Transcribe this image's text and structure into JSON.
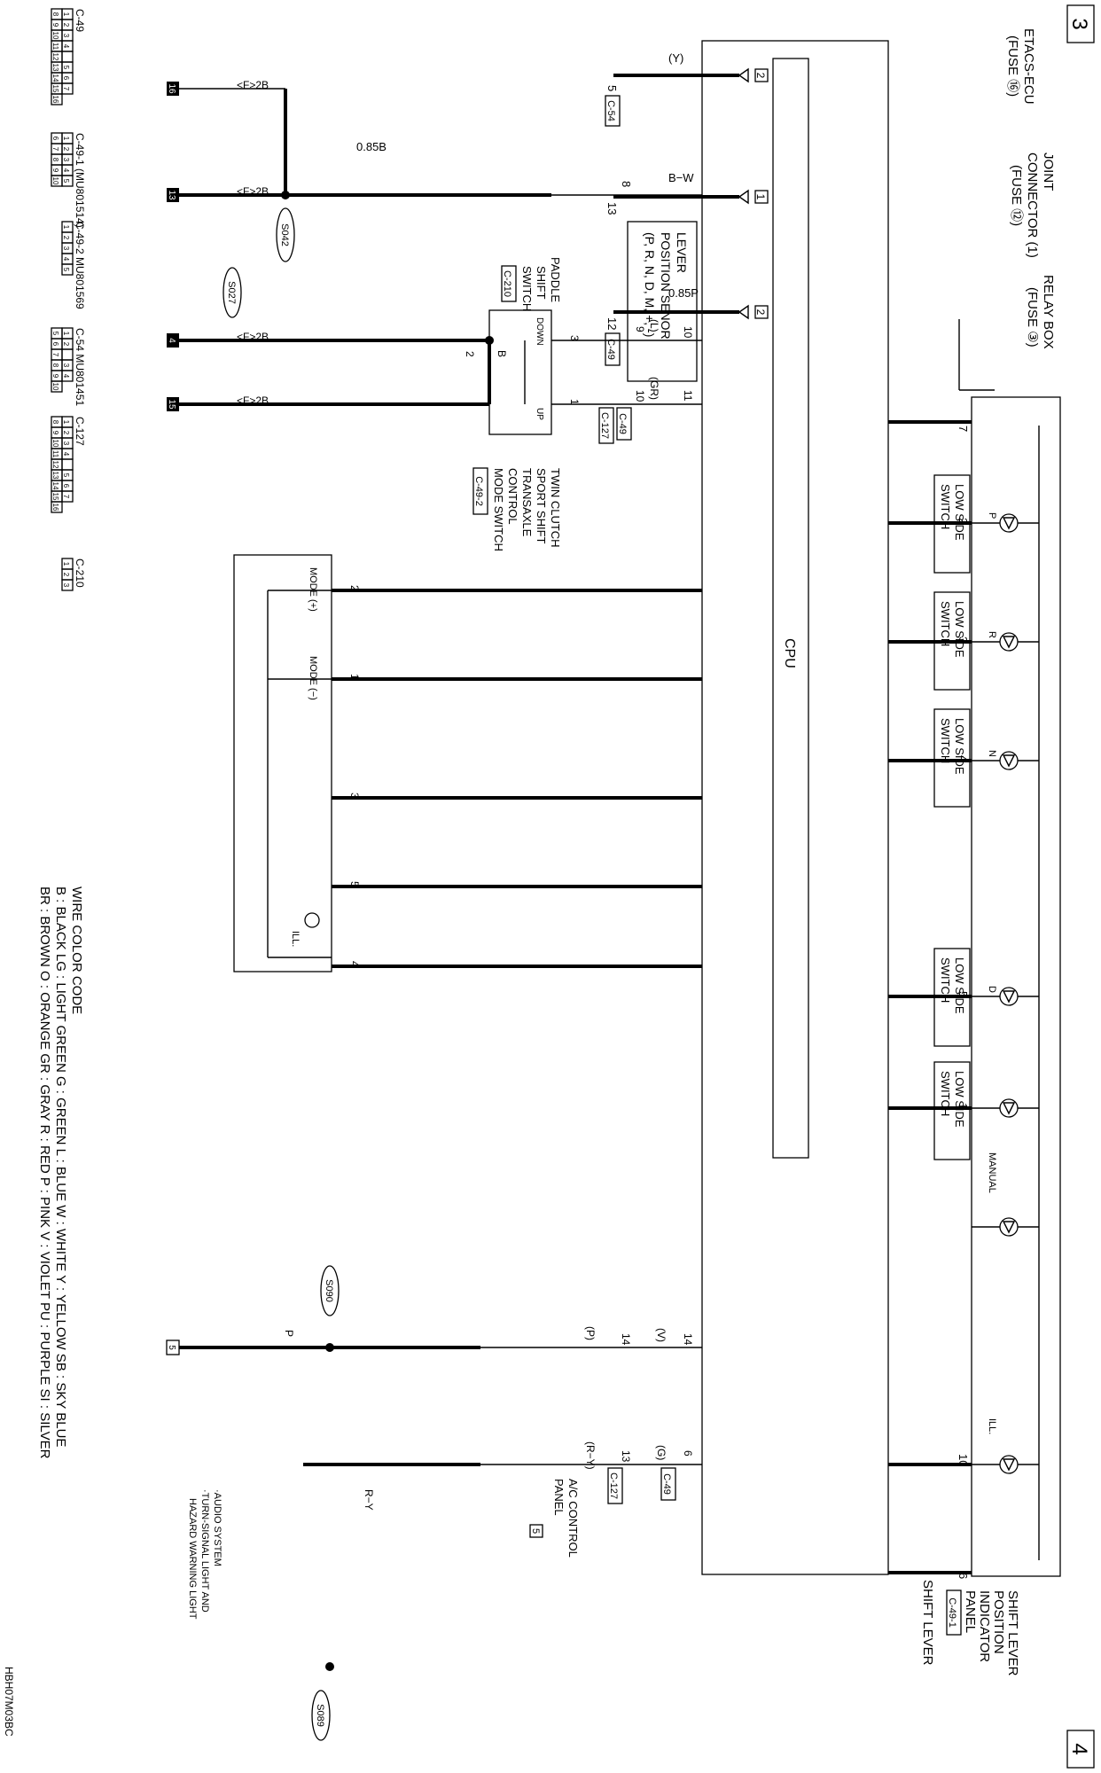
{
  "page_badges": {
    "top": "3",
    "bottom": "4"
  },
  "components": {
    "etacs_ecu": {
      "line1": "ETACS-ECU",
      "line2": "(FUSE ⑯)",
      "pin": "2"
    },
    "joint_connector": {
      "line1": "JOINT",
      "line2": "CONNECTOR (1)",
      "line3": "(FUSE ⑫)",
      "pin": "1"
    },
    "relay_box": {
      "line1": "RELAY BOX",
      "line2": "(FUSE ③)",
      "pin": "2"
    },
    "shift_lever_indicator": {
      "line1": "SHIFT LEVER",
      "line2": "POSITION",
      "line3": "INDICATOR",
      "line4": "PANEL",
      "connector": "C-49-1"
    },
    "shift_lever": {
      "label": "SHIFT LEVER"
    },
    "lever_position_sensor": {
      "line1": "LEVER",
      "line2": "POSITION SENOR",
      "line3": "(P, R, N, D, M, +, -)"
    },
    "cpu": {
      "label": "CPU"
    },
    "low_side_switch": {
      "line1": "LOW SIDE",
      "line2": "SWITCH"
    },
    "paddle_shift_switch": {
      "line1": "PADDLE",
      "line2": "SHIFT",
      "line3": "SWITCH",
      "connector": "C-210",
      "down": "DOWN",
      "up": "UP"
    },
    "twin_clutch_switch": {
      "line1": "TWIN CLUTCH",
      "line2": "SPORT SHIFT",
      "line3": "TRANSAXLE",
      "line4": "CONTROL",
      "line5": "MODE SWITCH",
      "connector": "C-49-2",
      "mode_plus": "MODE (+)",
      "mode_minus": "MODE (−)",
      "ill": "ILL."
    },
    "ac_control_panel": {
      "line1": "A/C CONTROL",
      "line2": "PANEL",
      "pin": "5"
    },
    "audio_note": {
      "line1": "·AUDIO SYSTEM",
      "line2": "·TURN-SIGNAL LIGHT AND",
      "line3": "HAZARD WARNING LIGHT"
    },
    "ground_pin_p": "5"
  },
  "wires": {
    "y": "(Y)",
    "bw": "B−W",
    "p085": "0.85P",
    "b085": "0.85B",
    "l": "(L)",
    "gr": "(GR)",
    "b": "B",
    "v": "(V)",
    "p_paren": "(P)",
    "g": "(G)",
    "ry_paren": "(R−Y)",
    "p": "P",
    "ry": "R−Y",
    "f2b": "<F>2B"
  },
  "pins": {
    "p5": "5",
    "p13": "13",
    "p12": "12",
    "p7": "7",
    "p2": "2",
    "p3": "3",
    "p4": "4",
    "p5b": "5",
    "p1": "1",
    "p10": "10",
    "p6": "6",
    "p8": "8",
    "p10b": "10",
    "p9": "9",
    "p3b": "3",
    "p11": "11",
    "p1b": "1",
    "p10c": "10",
    "m2": "2",
    "m1": "1",
    "m3": "3",
    "m5": "5",
    "m4": "4",
    "p14a": "14",
    "p14b": "14",
    "p6b": "6",
    "p13b": "13",
    "p2b": "2"
  },
  "connectors": {
    "c54": "C-54",
    "c49": "C-49",
    "c127": "C-127",
    "c49_1": "C-49-1",
    "c49_2": "C-49-2",
    "c210": "C-210"
  },
  "splices": {
    "s042": "S042",
    "s027": "S027",
    "s090": "S090",
    "s089": "S089"
  },
  "grounds": {
    "g16": "16",
    "g13": "13",
    "g4": "4",
    "g15": "15"
  },
  "leds": {
    "p": "P",
    "r": "R",
    "n": "N",
    "d": "D",
    "manual": "MANUAL",
    "ill": "ILL."
  },
  "connector_views": [
    {
      "name": "C-49",
      "part": "",
      "row1": [
        "1",
        "2",
        "3",
        "4",
        "",
        "5",
        "6",
        "7"
      ],
      "row2": [
        "8",
        "9",
        "10",
        "11",
        "12",
        "13",
        "14",
        "15",
        "16"
      ]
    },
    {
      "name": "C-49-1",
      "part": "(MU801514)",
      "row1": [
        "1",
        "2",
        "3",
        "4",
        "5"
      ],
      "row2": [
        "6",
        "7",
        "8",
        "9",
        "10"
      ]
    },
    {
      "name": "C-49-2",
      "part": "MU801569",
      "row1": [
        "1",
        "2",
        "3",
        "4",
        "5"
      ],
      "row2": []
    },
    {
      "name": "C-54",
      "part": "MU801451",
      "row1": [
        "1",
        "2",
        "",
        "3",
        "4"
      ],
      "row2": [
        "5",
        "6",
        "7",
        "8",
        "9",
        "10"
      ]
    },
    {
      "name": "C-127",
      "part": "",
      "row1": [
        "1",
        "2",
        "3",
        "4",
        "",
        "5",
        "6",
        "7"
      ],
      "row2": [
        "8",
        "9",
        "10",
        "11",
        "12",
        "13",
        "14",
        "15",
        "16"
      ]
    },
    {
      "name": "C-210",
      "part": "",
      "row1": [
        "1",
        "2",
        "3"
      ],
      "row2": []
    }
  ],
  "color_code": {
    "title": "WIRE COLOR CODE",
    "line1": "B : BLACK   LG : LIGHT GREEN   G : GREEN   L : BLUE   W : WHITE   Y : YELLOW   SB : SKY BLUE",
    "line2": "BR : BROWN   O : ORANGE   GR : GRAY   R : RED   P : PINK   V : VIOLET   PU : PURPLE   SI : SILVER"
  },
  "diagram_code": "HBH07M03BC"
}
